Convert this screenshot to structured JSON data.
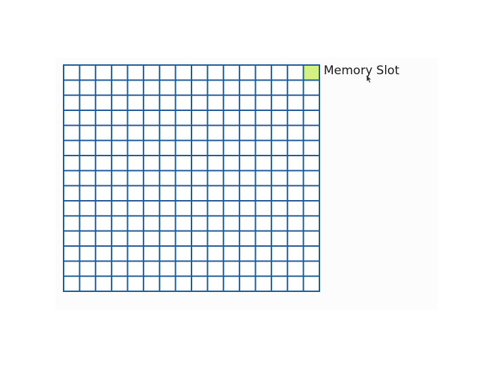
{
  "diagram": {
    "grid": {
      "columns": 16,
      "rows": 15,
      "line_color": "#1f5b99",
      "cell_fill": "#ffffff",
      "highlight_fill": "#d4f283",
      "highlighted_cell": {
        "row": 0,
        "column": 15
      }
    },
    "label": "Memory Slot"
  }
}
